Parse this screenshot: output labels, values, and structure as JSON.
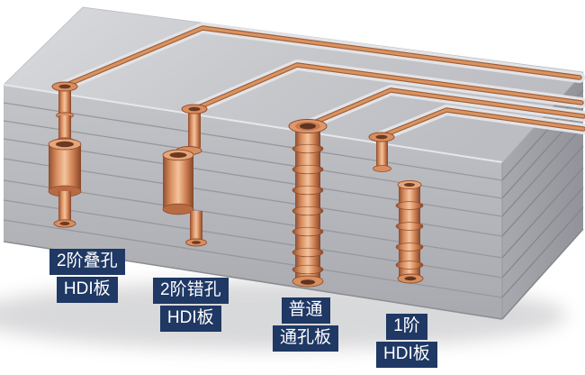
{
  "labels": [
    {
      "line1": "2阶叠孔",
      "line2": "HDI板"
    },
    {
      "line1": "2阶错孔",
      "line2": "HDI板"
    },
    {
      "line1": "普通",
      "line2": "通孔板"
    },
    {
      "line1": "1阶",
      "line2": "HDI板"
    }
  ],
  "colors": {
    "label_bg": "#1f3864",
    "label_text": "#ffffff",
    "copper": "#c97b52",
    "copper_light": "#f3c49d",
    "copper_dark": "#8f4d2f",
    "board_top": "#c8c9cd",
    "board_front": "#b4b5b9",
    "board_side": "#9fa0a5"
  }
}
